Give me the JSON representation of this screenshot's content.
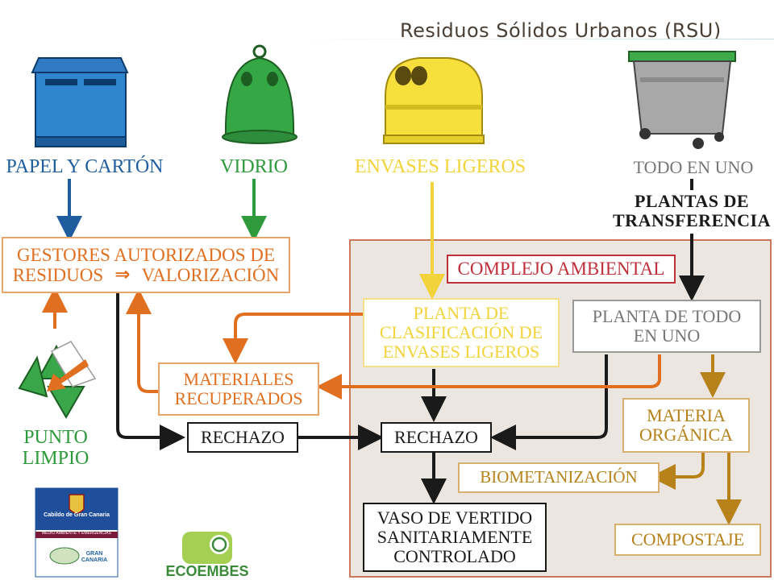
{
  "title": "Residuos Sólidos Urbanos (RSU)",
  "bins": {
    "papel": "PAPEL Y CARTÓN",
    "vidrio": "VIDRIO",
    "envases": "ENVASES LIGEROS",
    "todo": "TODO EN UNO"
  },
  "nodes": {
    "plantas_transferencia": "PLANTAS DE TRANSFERENCIA",
    "gestores_line1": "GESTORES AUTORIZADOS DE",
    "gestores_line2a": "RESIDUOS",
    "gestores_arrow": "⇒",
    "gestores_line2b": "VALORIZACIÓN",
    "complejo": "COMPLEJO AMBIENTAL",
    "planta_clasificacion": "PLANTA DE CLASIFICACIÓN DE ENVASES LIGEROS",
    "planta_todo": "PLANTA DE TODO EN UNO",
    "materiales": "MATERIALES RECUPERADOS",
    "rechazo_1": "RECHAZO",
    "rechazo_2": "RECHAZO",
    "materia_organica": "MATERIA ORGÁNICA",
    "biometanizacion": "BIOMETANIZACIÓN",
    "vaso": "VASO DE VERTIDO SANITARIAMENTE CONTROLADO",
    "compostaje": "COMPOSTAJE",
    "punto_limpio": "PUNTO LIMPIO"
  },
  "logos": {
    "cabildo": "Cabildo de Gran Canaria",
    "cabildo_sub": "MEDIO AMBIENTE Y EMERGENCIAS",
    "gran_canaria": "GRAN CANARIA",
    "ecoembes": "ECOEMBES"
  },
  "colors": {
    "blue": "#1f5e9e",
    "green": "#2e9a3c",
    "yellow": "#f2d43a",
    "gray": "#777777",
    "orange": "#e07020",
    "brown": "#b8821a",
    "red": "#c0303a",
    "complex_bg": "#ebe6df",
    "black": "#1a1a1a"
  }
}
